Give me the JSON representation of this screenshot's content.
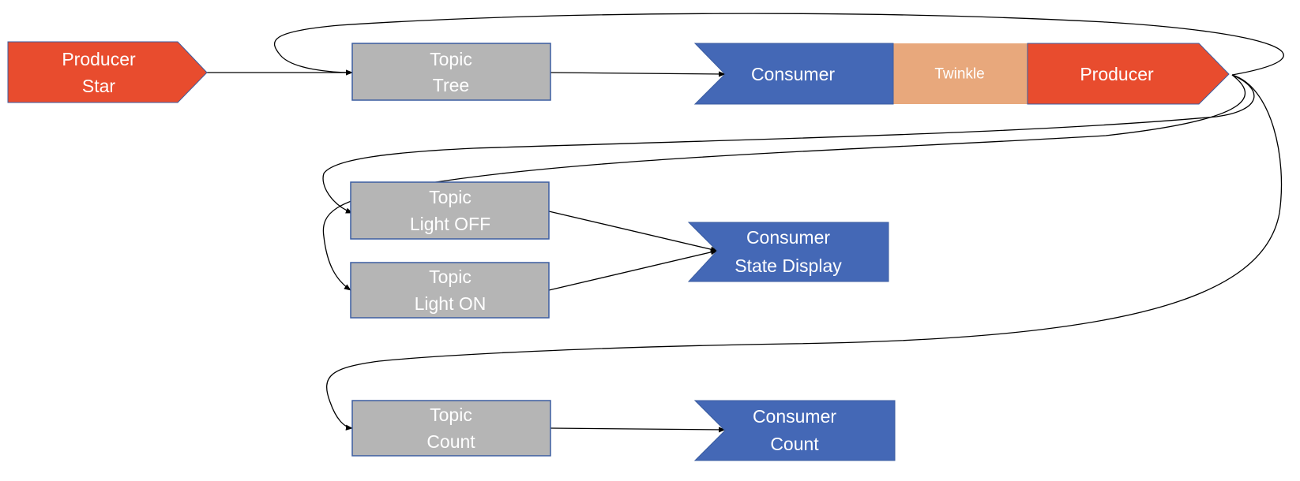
{
  "colors": {
    "producer": "#E84C2E",
    "consumer": "#4468B6",
    "topic": "#B5B5B5",
    "twinkle": "#E8A87C",
    "border": "#3B5DA0",
    "edge": "#000000"
  },
  "nodes": {
    "producer_star": {
      "line1": "Producer",
      "line2": "Star"
    },
    "topic_tree": {
      "line1": "Topic",
      "line2": "Tree"
    },
    "consumer_twinkle": {
      "line1": "Consumer"
    },
    "twinkle": {
      "line1": "Twinkle"
    },
    "producer_twinkle": {
      "line1": "Producer"
    },
    "topic_light_off": {
      "line1": "Topic",
      "line2": "Light OFF"
    },
    "topic_light_on": {
      "line1": "Topic",
      "line2": "Light ON"
    },
    "consumer_state_display": {
      "line1": "Consumer",
      "line2": "State Display"
    },
    "topic_count": {
      "line1": "Topic",
      "line2": "Count"
    },
    "consumer_count": {
      "line1": "Consumer",
      "line2": "Count"
    }
  },
  "edges": [
    {
      "from": "Producer Star",
      "to": "Topic Tree"
    },
    {
      "from": "Topic Tree",
      "to": "Consumer"
    },
    {
      "from": "Producer",
      "to": "Topic Tree"
    },
    {
      "from": "Producer",
      "to": "Topic Light OFF"
    },
    {
      "from": "Producer",
      "to": "Topic Light ON"
    },
    {
      "from": "Producer",
      "to": "Topic Count"
    },
    {
      "from": "Topic Light OFF",
      "to": "Consumer State Display"
    },
    {
      "from": "Topic Light ON",
      "to": "Consumer State Display"
    },
    {
      "from": "Topic Count",
      "to": "Consumer Count"
    }
  ]
}
